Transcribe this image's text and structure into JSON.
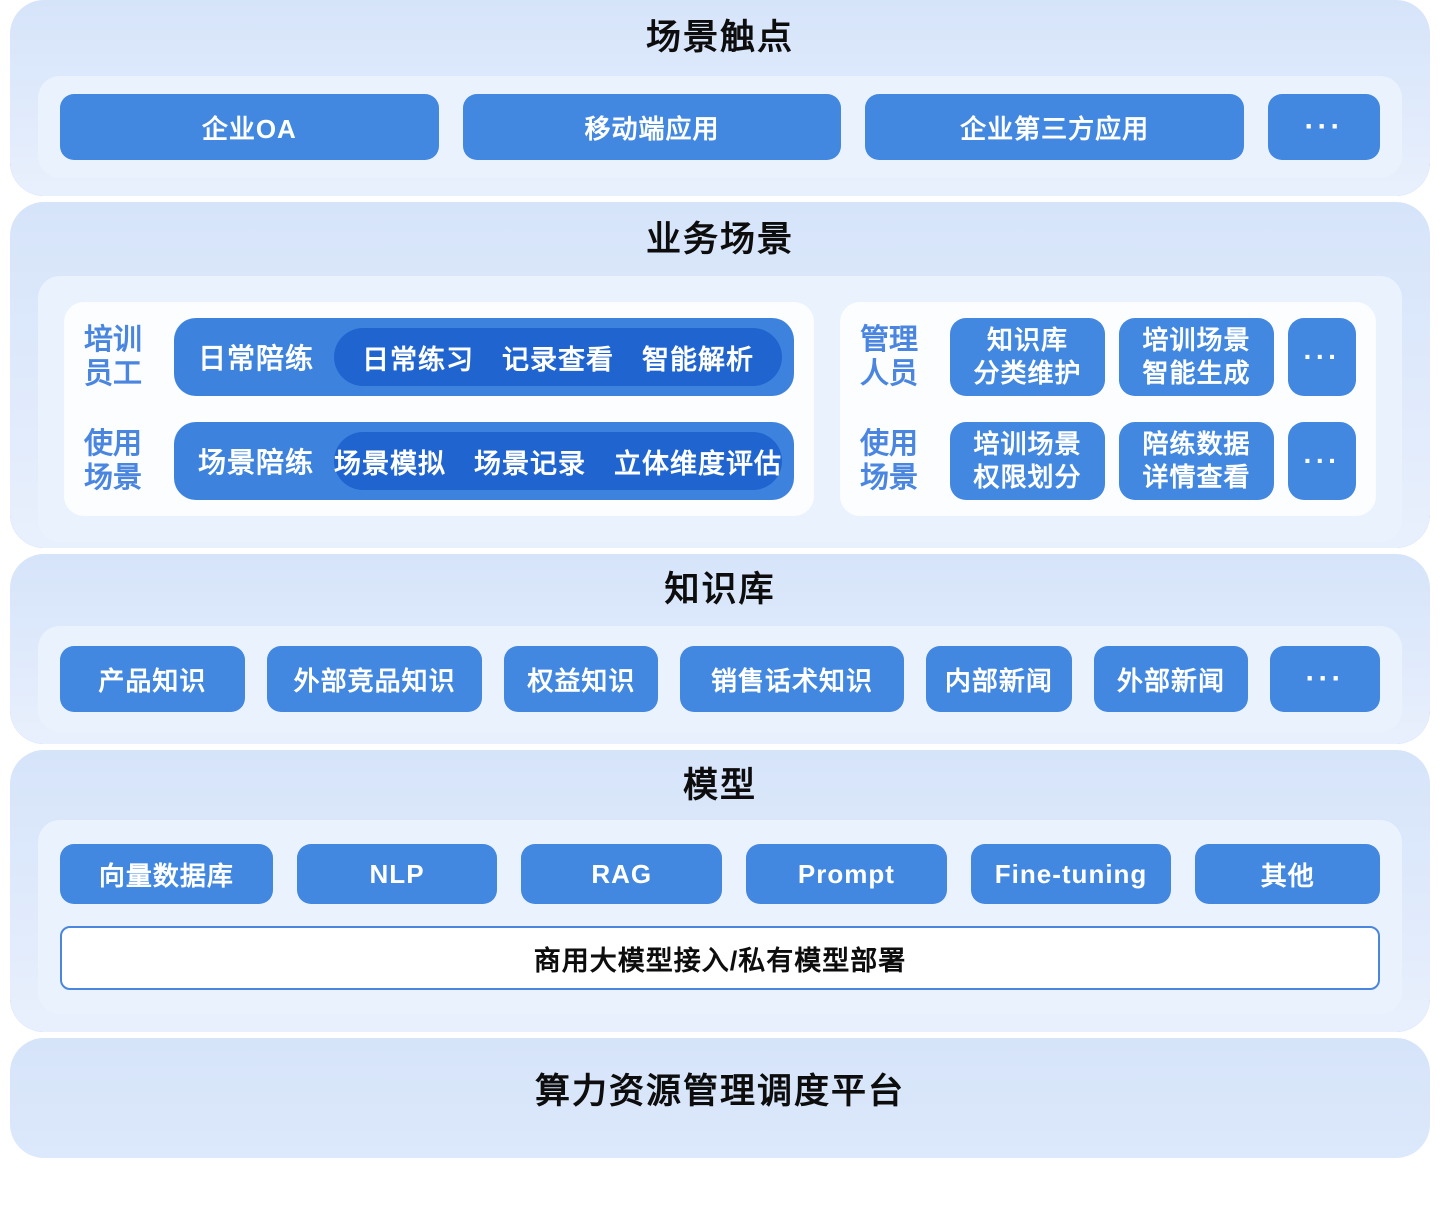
{
  "layers": {
    "touchpoints": {
      "title": "场景触点",
      "items": [
        "企业OA",
        "移动端应用",
        "企业第三方应用"
      ],
      "more_label": "···"
    },
    "business": {
      "title": "业务场景",
      "trainee_card": {
        "rows": [
          {
            "label_line1": "培训",
            "label_line2": "员工",
            "pill": "日常陪练",
            "details": "日常练习　记录查看　智能解析"
          },
          {
            "label_line1": "使用",
            "label_line2": "场景",
            "pill": "场景陪练",
            "details": "场景模拟　场景记录　立体维度评估"
          }
        ]
      },
      "manager_card": {
        "rows": [
          {
            "label_line1": "管理",
            "label_line2": "人员",
            "buttons": [
              {
                "line1": "知识库",
                "line2": "分类维护"
              },
              {
                "line1": "培训场景",
                "line2": "智能生成"
              }
            ],
            "more_label": "···"
          },
          {
            "label_line1": "使用",
            "label_line2": "场景",
            "buttons": [
              {
                "line1": "培训场景",
                "line2": "权限划分"
              },
              {
                "line1": "陪练数据",
                "line2": "详情查看"
              }
            ],
            "more_label": "···"
          }
        ]
      }
    },
    "knowledge": {
      "title": "知识库",
      "items": [
        "产品知识",
        "外部竞品知识",
        "权益知识",
        "销售话术知识",
        "内部新闻",
        "外部新闻"
      ],
      "more_label": "···"
    },
    "model": {
      "title": "模型",
      "items": [
        "向量数据库",
        "NLP",
        "RAG",
        "Prompt",
        "Fine-tuning",
        "其他"
      ],
      "banner": "商用大模型接入/私有模型部署"
    },
    "compute": {
      "title": "算力资源管理调度平台"
    }
  },
  "colors": {
    "button_blue": "#4287e0",
    "pill_dark_blue": "#2064d0",
    "panel_light_blue": "#dce8fb",
    "inner_panel_blue": "#eaf2fd",
    "shadow_periwinkle": "#8c9fe4",
    "label_blue": "#4a86e0",
    "banner_border": "#4a86dd"
  }
}
